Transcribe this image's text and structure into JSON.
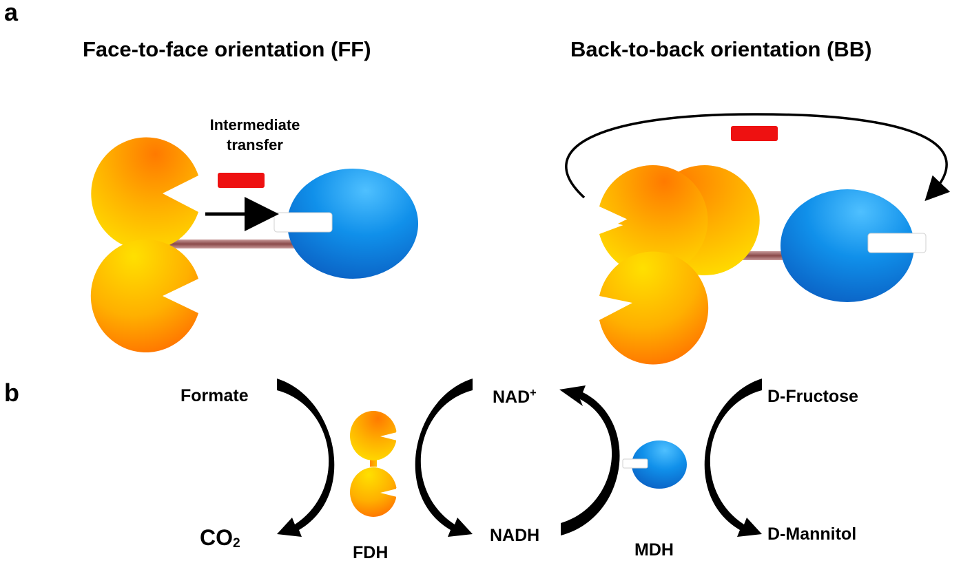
{
  "panel_a": {
    "letter": "a",
    "ff_title": "Face-to-face orientation (FF)",
    "bb_title": "Back-to-back orientation (BB)",
    "transfer_label_line1": "Intermediate",
    "transfer_label_line2": "transfer"
  },
  "panel_b": {
    "letter": "b",
    "formate": "Formate",
    "co2_main": "CO",
    "co2_sub": "2",
    "fdh": "FDH",
    "nad_main": "NAD",
    "nad_sup": "+",
    "nadh": "NADH",
    "mdh": "MDH",
    "fructose": "D-Fructose",
    "mannitol": "D-Mannitol"
  },
  "colors": {
    "fdh_orange": "#ff7a00",
    "fdh_yellow": "#ffd400",
    "mdh_blue": "#0a78d8",
    "intermediate_red": "#ee1111",
    "linker_brown": "#a06464",
    "arrow_black": "#000000"
  }
}
